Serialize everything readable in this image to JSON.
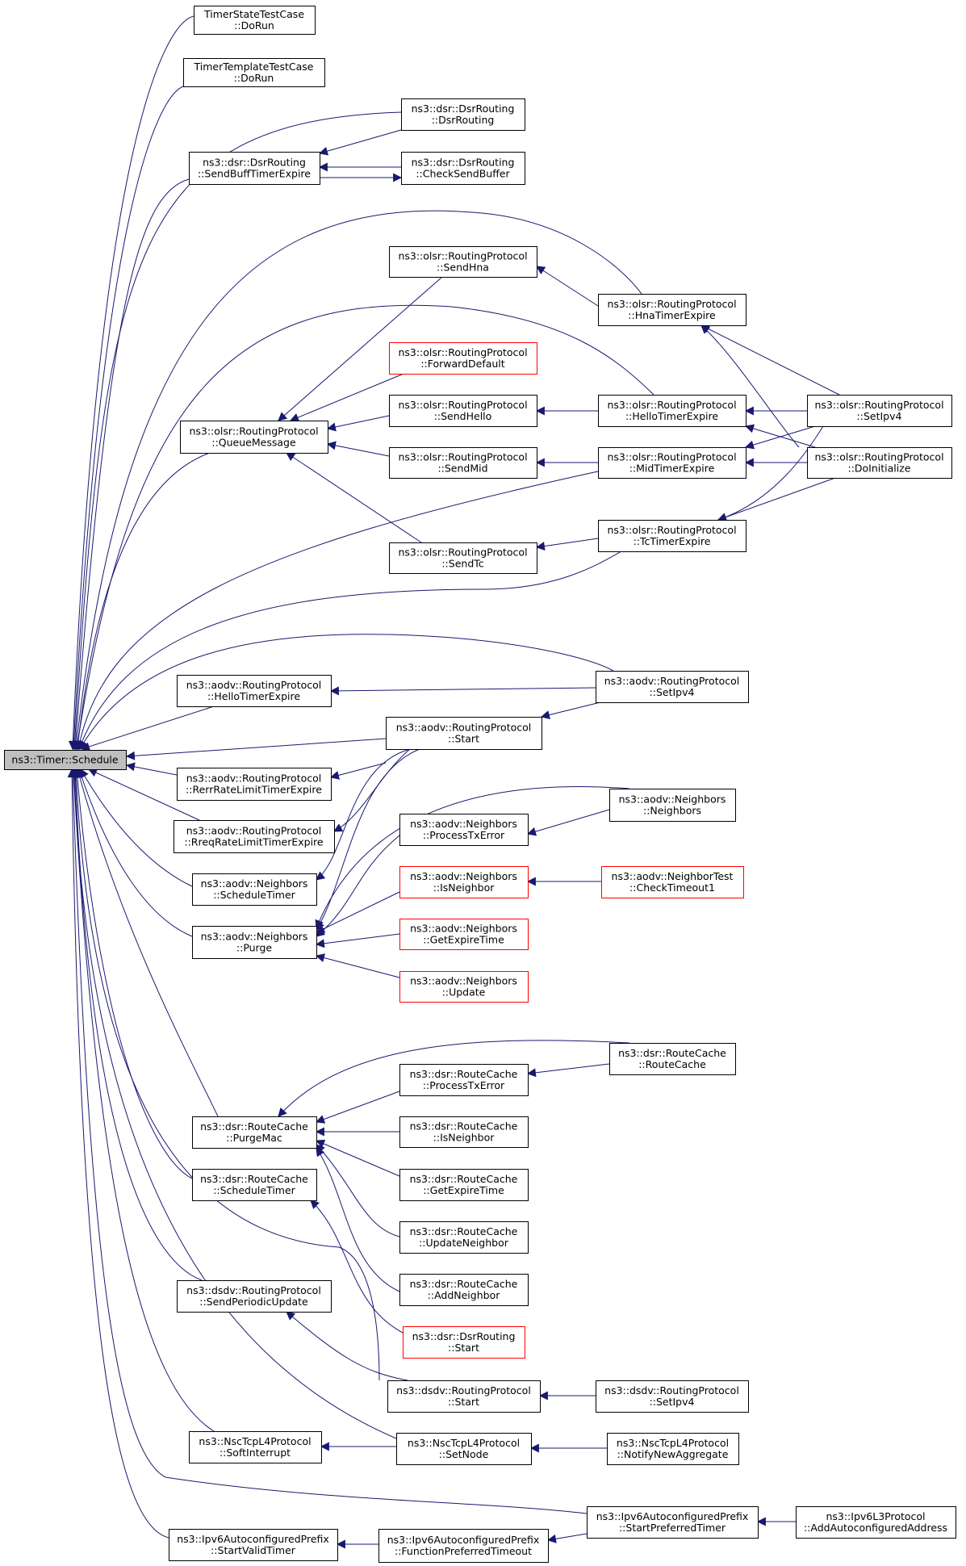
{
  "graph": {
    "colors": {
      "edge": "#191970",
      "box": "#000000",
      "box_incomplete": "#ff0000",
      "focus_fill": "#bfbfbf"
    },
    "nodes": [
      {
        "id": "n0",
        "lines": [
          "ns3::Timer::Schedule"
        ],
        "focus": true
      },
      {
        "id": "n1",
        "lines": [
          "TimerStateTestCase",
          "::DoRun"
        ]
      },
      {
        "id": "n2",
        "lines": [
          "TimerTemplateTestCase",
          "::DoRun"
        ]
      },
      {
        "id": "n3",
        "lines": [
          "ns3::dsr::DsrRouting",
          "::DsrRouting"
        ]
      },
      {
        "id": "n4",
        "lines": [
          "ns3::dsr::DsrRouting",
          "::SendBuffTimerExpire"
        ]
      },
      {
        "id": "n5",
        "lines": [
          "ns3::dsr::DsrRouting",
          "::CheckSendBuffer"
        ]
      },
      {
        "id": "n6",
        "lines": [
          "ns3::olsr::RoutingProtocol",
          "::SendHna"
        ]
      },
      {
        "id": "n7",
        "lines": [
          "ns3::olsr::RoutingProtocol",
          "::HnaTimerExpire"
        ]
      },
      {
        "id": "n8",
        "lines": [
          "ns3::olsr::RoutingProtocol",
          "::ForwardDefault"
        ],
        "red": true
      },
      {
        "id": "n9",
        "lines": [
          "ns3::olsr::RoutingProtocol",
          "::SendHello"
        ]
      },
      {
        "id": "n10",
        "lines": [
          "ns3::olsr::RoutingProtocol",
          "::HelloTimerExpire"
        ]
      },
      {
        "id": "n11",
        "lines": [
          "ns3::olsr::RoutingProtocol",
          "::SetIpv4"
        ]
      },
      {
        "id": "n12",
        "lines": [
          "ns3::olsr::RoutingProtocol",
          "::QueueMessage"
        ]
      },
      {
        "id": "n13",
        "lines": [
          "ns3::olsr::RoutingProtocol",
          "::SendMid"
        ]
      },
      {
        "id": "n14",
        "lines": [
          "ns3::olsr::RoutingProtocol",
          "::MidTimerExpire"
        ]
      },
      {
        "id": "n15",
        "lines": [
          "ns3::olsr::RoutingProtocol",
          "::DoInitialize"
        ]
      },
      {
        "id": "n16",
        "lines": [
          "ns3::olsr::RoutingProtocol",
          "::TcTimerExpire"
        ]
      },
      {
        "id": "n17",
        "lines": [
          "ns3::olsr::RoutingProtocol",
          "::SendTc"
        ]
      },
      {
        "id": "n18",
        "lines": [
          "ns3::aodv::RoutingProtocol",
          "::HelloTimerExpire"
        ]
      },
      {
        "id": "n19",
        "lines": [
          "ns3::aodv::RoutingProtocol",
          "::SetIpv4"
        ]
      },
      {
        "id": "n20",
        "lines": [
          "ns3::aodv::RoutingProtocol",
          "::Start"
        ]
      },
      {
        "id": "n21",
        "lines": [
          "ns3::aodv::RoutingProtocol",
          "::RerrRateLimitTimerExpire"
        ]
      },
      {
        "id": "n22",
        "lines": [
          "ns3::aodv::Neighbors",
          "::Neighbors"
        ]
      },
      {
        "id": "n23",
        "lines": [
          "ns3::aodv::Neighbors",
          "::ProcessTxError"
        ]
      },
      {
        "id": "n24",
        "lines": [
          "ns3::aodv::RoutingProtocol",
          "::RreqRateLimitTimerExpire"
        ]
      },
      {
        "id": "n25",
        "lines": [
          "ns3::aodv::Neighbors",
          "::IsNeighbor"
        ],
        "red": true
      },
      {
        "id": "n26",
        "lines": [
          "ns3::aodv::NeighborTest",
          "::CheckTimeout1"
        ],
        "red": true
      },
      {
        "id": "n27",
        "lines": [
          "ns3::aodv::Neighbors",
          "::ScheduleTimer"
        ]
      },
      {
        "id": "n28",
        "lines": [
          "ns3::aodv::Neighbors",
          "::Purge"
        ]
      },
      {
        "id": "n29",
        "lines": [
          "ns3::aodv::Neighbors",
          "::GetExpireTime"
        ],
        "red": true
      },
      {
        "id": "n30",
        "lines": [
          "ns3::aodv::Neighbors",
          "::Update"
        ],
        "red": true
      },
      {
        "id": "n31",
        "lines": [
          "ns3::dsr::RouteCache",
          "::RouteCache"
        ]
      },
      {
        "id": "n32",
        "lines": [
          "ns3::dsr::RouteCache",
          "::ProcessTxError"
        ]
      },
      {
        "id": "n33",
        "lines": [
          "ns3::dsr::RouteCache",
          "::PurgeMac"
        ]
      },
      {
        "id": "n34",
        "lines": [
          "ns3::dsr::RouteCache",
          "::IsNeighbor"
        ]
      },
      {
        "id": "n35",
        "lines": [
          "ns3::dsr::RouteCache",
          "::ScheduleTimer"
        ]
      },
      {
        "id": "n36",
        "lines": [
          "ns3::dsr::RouteCache",
          "::GetExpireTime"
        ]
      },
      {
        "id": "n37",
        "lines": [
          "ns3::dsr::RouteCache",
          "::UpdateNeighbor"
        ]
      },
      {
        "id": "n38",
        "lines": [
          "ns3::dsr::RouteCache",
          "::AddNeighbor"
        ]
      },
      {
        "id": "n39",
        "lines": [
          "ns3::dsdv::RoutingProtocol",
          "::SendPeriodicUpdate"
        ]
      },
      {
        "id": "n40",
        "lines": [
          "ns3::dsr::DsrRouting",
          "::Start"
        ],
        "red": true
      },
      {
        "id": "n41",
        "lines": [
          "ns3::dsdv::RoutingProtocol",
          "::Start"
        ]
      },
      {
        "id": "n42",
        "lines": [
          "ns3::dsdv::RoutingProtocol",
          "::SetIpv4"
        ]
      },
      {
        "id": "n43",
        "lines": [
          "ns3::NscTcpL4Protocol",
          "::SoftInterrupt"
        ]
      },
      {
        "id": "n44",
        "lines": [
          "ns3::NscTcpL4Protocol",
          "::SetNode"
        ]
      },
      {
        "id": "n45",
        "lines": [
          "ns3::NscTcpL4Protocol",
          "::NotifyNewAggregate"
        ]
      },
      {
        "id": "n46",
        "lines": [
          "ns3::Ipv6AutoconfiguredPrefix",
          "::StartPreferredTimer"
        ]
      },
      {
        "id": "n47",
        "lines": [
          "ns3::Ipv6L3Protocol",
          "::AddAutoconfiguredAddress"
        ]
      },
      {
        "id": "n48",
        "lines": [
          "ns3::Ipv6AutoconfiguredPrefix",
          "::StartValidTimer"
        ]
      },
      {
        "id": "n49",
        "lines": [
          "ns3::Ipv6AutoconfiguredPrefix",
          "::FunctionPreferredTimeout"
        ]
      }
    ]
  }
}
